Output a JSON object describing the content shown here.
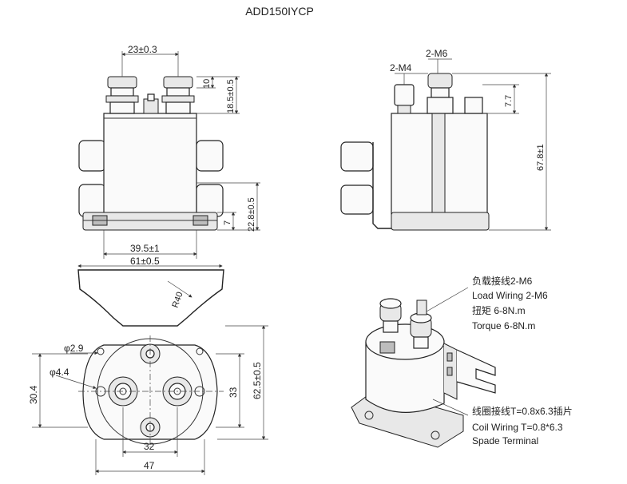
{
  "title": "ADD150IYCP",
  "dimensions": {
    "front_top_spacing": "23±0.3",
    "front_nut_height": "10",
    "front_terminal_height": "18.5±0.5",
    "front_body_width": "39.5±1",
    "front_mount_width": "61±0.5",
    "front_flange_height": "7",
    "front_bracket_height": "22.8±0.5",
    "side_m6": "2-M6",
    "side_m4": "2-M4",
    "side_m4_height": "7.7",
    "side_total_height": "67.8±1",
    "bottom_radius": "R40",
    "bottom_small_hole": "φ2.9",
    "bottom_mount_hole": "φ4.4",
    "bottom_v_spacing": "30.4",
    "bottom_terminal_spacing": "33",
    "bottom_total_depth": "62.5±0.5",
    "bottom_h_spacing": "32",
    "bottom_width": "47"
  },
  "notes": {
    "load_cn": "负载接线2-M6",
    "load_en": "Load Wiring 2-M6",
    "torque_cn": "扭矩 6-8N.m",
    "torque_en": "Torque 6-8N.m",
    "coil_cn": "线圈接线T=0.8x6.3插片",
    "coil_en": "Coil Wiring T=0.8*6.3",
    "coil_en2": "Spade Terminal"
  }
}
